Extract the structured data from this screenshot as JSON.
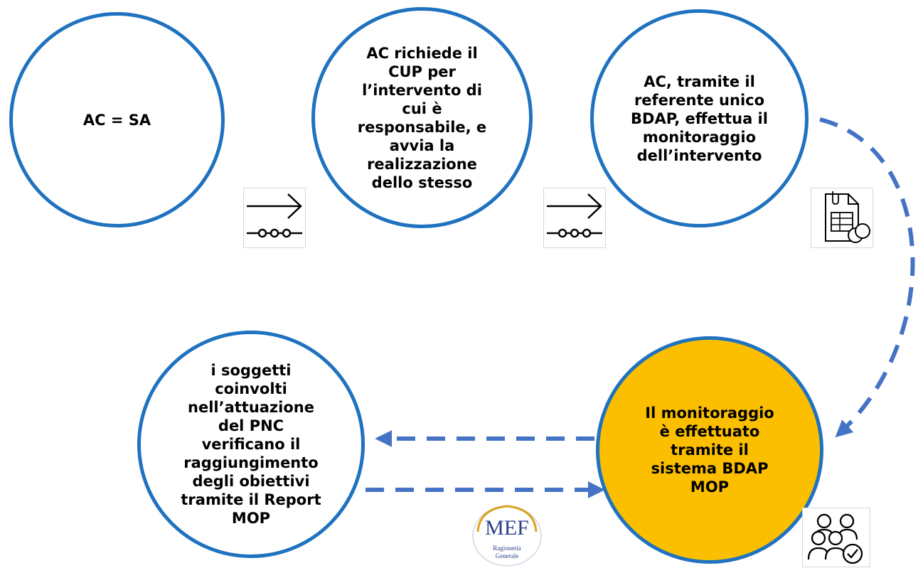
{
  "nodes": {
    "ac_sa": "AC = SA",
    "richiede_cup": "AC richiede il\nCUP per\nl’intervento di\ncui è\nresponsabile, e\navvia la\nrealizzazione\ndello stesso",
    "monitoraggio_referente": "AC, tramite il\nreferente unico\nBDAP, effettua il\nmonitoraggio\ndell’intervento",
    "sistema_bdap": "Il monitoraggio\nè effettuato\ntramite il\nsistema BDAP\nMOP",
    "soggetti_pnc": "i soggetti\ncoinvolti\nnell’attuazione\ndel PNC\nverificano il\nraggiungimento\ndegli obiettivi\ntramite il Report\nMOP"
  },
  "logo": {
    "acronym": "MEF",
    "line1": "Ragioneria",
    "line2": "Generale"
  },
  "icons": {
    "step1": "process-arrow-icon",
    "step2": "process-arrow-icon",
    "document": "document-coins-icon",
    "people": "people-check-icon"
  },
  "colors": {
    "circle_border": "#1f72bf",
    "highlight_fill": "#fbbf00",
    "dashed_arrow": "#4472c4"
  }
}
